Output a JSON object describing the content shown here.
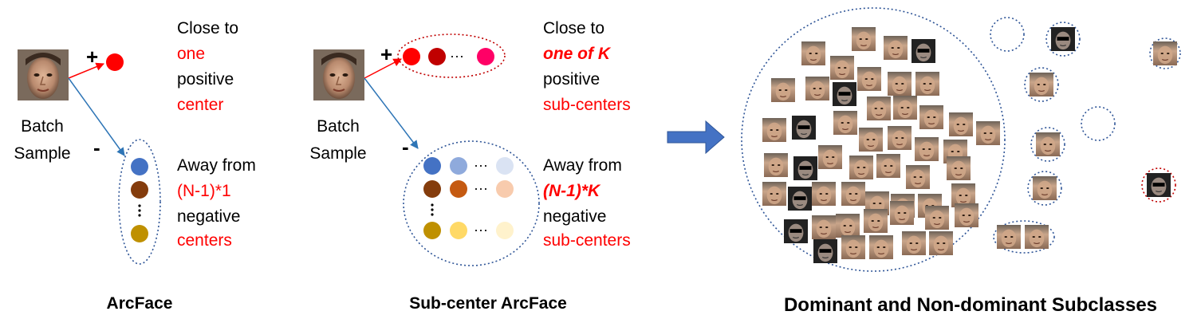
{
  "colors": {
    "positive": "#ff0000",
    "positive_dark": "#c00000",
    "positive_pink": "#ff0066",
    "blue": "#4472c4",
    "blue_mid": "#8faadc",
    "blue_light": "#dae3f3",
    "brown": "#843c0c",
    "orange": "#c55a11",
    "peach": "#f8cbad",
    "gold": "#bf9000",
    "yellow": "#ffd966",
    "cream": "#fff2cc",
    "dotted_blue": "#2f5597",
    "dotted_red": "#c00000",
    "arrow_red": "#ff0000",
    "arrow_blue": "#2e75b6",
    "big_arrow": "#4472c4",
    "face_skin": "#b98a6e"
  },
  "left": {
    "plus": "+",
    "minus": "-",
    "sample_label_1": "Batch",
    "sample_label_2": "Sample",
    "close_line1": "Close to",
    "close_line2": "one",
    "close_line3": "positive",
    "close_line4": "center",
    "away_line1": "Away from",
    "away_line2": "(N-1)*1",
    "away_line3": "negative",
    "away_line4": "centers",
    "caption": "ArcFace"
  },
  "middle": {
    "plus": "+",
    "minus": "-",
    "sample_label_1": "Batch",
    "sample_label_2": "Sample",
    "ellipsis": "···",
    "close_line1": "Close to",
    "close_line2": "one of K",
    "close_line3": "positive",
    "close_line4": "sub-centers",
    "away_line1": "Away from",
    "away_line2": "(N-1)*K",
    "away_line3": "negative",
    "away_line4": "sub-centers",
    "caption": "Sub-center ArcFace"
  },
  "right": {
    "caption": "Dominant and Non-dominant Subclasses"
  }
}
